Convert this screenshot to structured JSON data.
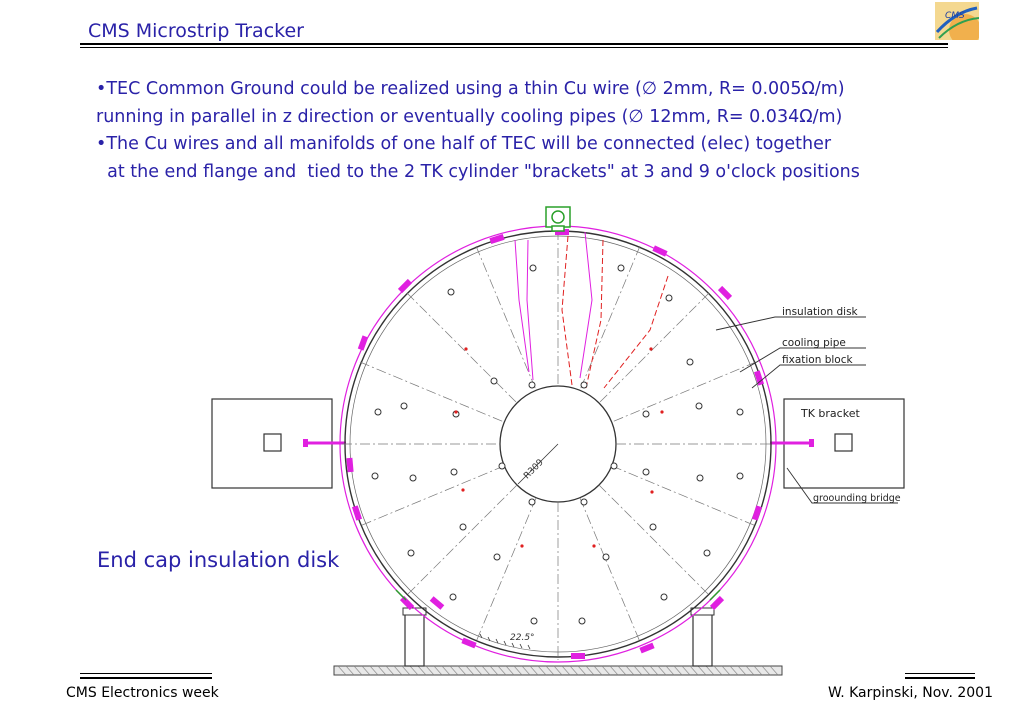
{
  "header": {
    "title": "CMS Microstrip Tracker"
  },
  "bullets": [
    "•TEC Common Ground could be realized using a thin Cu wire (∅ 2mm,  R= 0.005Ω/m)",
    "running in parallel in z direction or eventually  cooling pipes (∅ 12mm,  R= 0.034Ω/m)",
    "•The Cu wires and all manifolds of one half of TEC will be connected (elec) together",
    "  at the end flange and  tied to the 2 TK cylinder \"brackets\" at 3 and 9 o'clock positions"
  ],
  "drawing": {
    "labels": {
      "insulation_disk": "insulation disk",
      "cooling_pipe": "cooling pipe",
      "fixation_block": "fixation block",
      "tk_bracket": "TK bracket",
      "grounding_bridge": "groounding bridge",
      "radius": "R309",
      "angle": "22.5°"
    },
    "colors": {
      "outline": "#333333",
      "ground_wire": "#e020e0",
      "cooling": "#e02020",
      "green_part": "#2aa02a"
    }
  },
  "caption": "End cap insulation disk",
  "footer": {
    "left": "CMS Electronics week",
    "right": "W. Karpinski, Nov. 2001"
  }
}
